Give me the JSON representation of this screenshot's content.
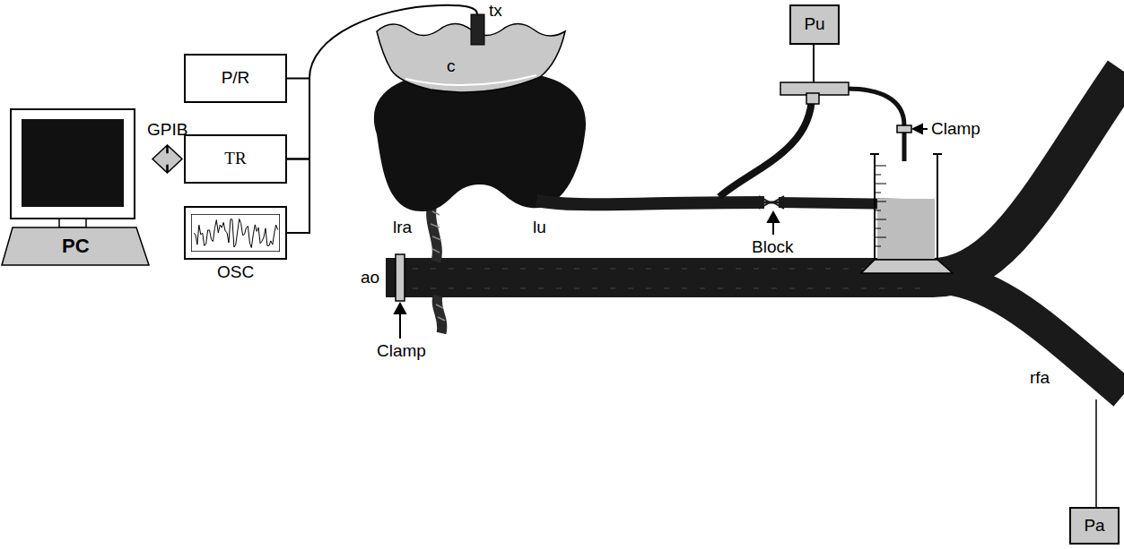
{
  "diagram": {
    "nodes": [
      {
        "text": [
          "PC"
        ]
      },
      {
        "text": [
          "P/R"
        ]
      },
      {
        "text": [
          "TR"
        ]
      },
      {
        "text": [
          "OSC"
        ]
      },
      {
        "text": [
          "Pu"
        ]
      },
      {
        "text": [
          "Pa"
        ]
      }
    ],
    "edges": [
      {
        "from": 0,
        "to": 2,
        "arrow": "both",
        "label": "GPIB"
      },
      {
        "from": 1,
        "to": 2,
        "arrow": "none"
      },
      {
        "from": 2,
        "to": 3,
        "arrow": "none"
      }
    ],
    "labels": [
      "tx",
      "c",
      "lra",
      "lu",
      "Block",
      "ao",
      "Clamp",
      "Clamp",
      "rfa"
    ]
  }
}
